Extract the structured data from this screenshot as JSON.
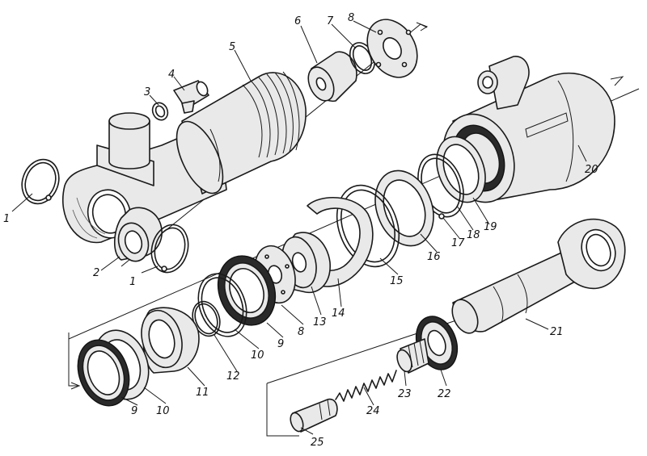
{
  "labels": {
    "l1a": "1",
    "l1b": "1",
    "l2": "2",
    "l3": "3",
    "l4": "4",
    "l5": "5",
    "l6": "6",
    "l7": "7",
    "l8a": "8",
    "l8b": "8",
    "l9a": "9",
    "l9b": "9",
    "l10a": "10",
    "l10b": "10",
    "l11": "11",
    "l12": "12",
    "l13": "13",
    "l14": "14",
    "l15": "15",
    "l16": "16",
    "l17": "17",
    "l18": "18",
    "l19": "19",
    "l20": "20",
    "l21": "21",
    "l22": "22",
    "l23": "23",
    "l24": "24",
    "l25": "25"
  }
}
